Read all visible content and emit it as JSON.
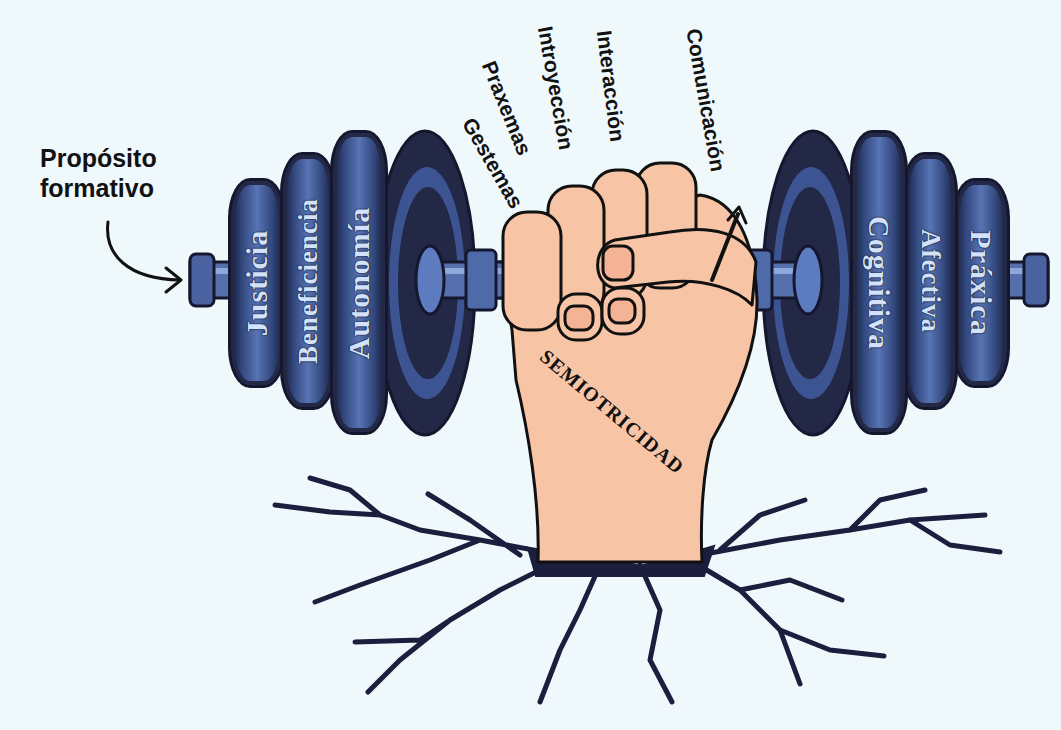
{
  "diagram": {
    "nodes": [
      {
        "text": [
          "Justicia"
        ]
      },
      {
        "text": [
          "Beneficiencia"
        ]
      },
      {
        "text": [
          "Autonomía"
        ]
      },
      {
        "text": [
          "SEMIOTRICIDAD"
        ]
      },
      {
        "text": [
          "Cognitiva"
        ]
      },
      {
        "text": [
          "Afectiva"
        ]
      },
      {
        "text": [
          "Práxica"
        ]
      }
    ],
    "labels": [
      "Propósito formativo",
      "Gestemas",
      "Praxemas",
      "Introyección",
      "Interacción",
      "Comunicación"
    ]
  }
}
